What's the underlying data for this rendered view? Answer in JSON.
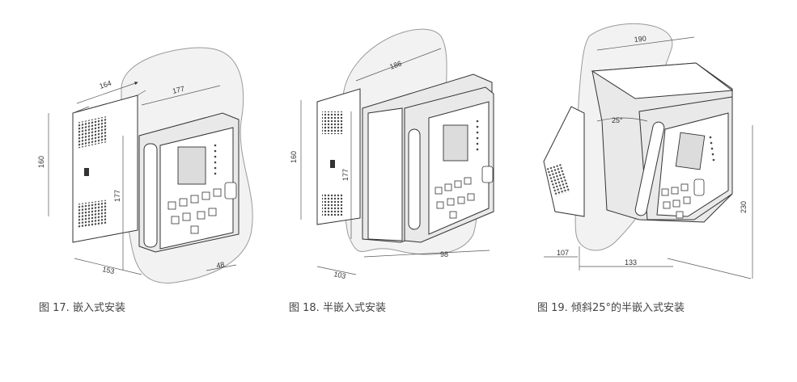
{
  "figures": [
    {
      "id": "fig17",
      "caption": "图 17. 嵌入式安装",
      "dims": {
        "depth": "164",
        "height": "160",
        "width": "177",
        "panel_height": "177",
        "bottom": "153",
        "front": "48"
      }
    },
    {
      "id": "fig18",
      "caption": "图 18. 半嵌入式安装",
      "dims": {
        "width": "186",
        "height": "160",
        "panel_height": "177",
        "bottom_left": "103",
        "bottom_right": "98"
      }
    },
    {
      "id": "fig19",
      "caption": "图 19. 倾斜25°的半嵌入式安装",
      "dims": {
        "top": "190",
        "angle": "25°",
        "height": "230",
        "bottom_left": "107",
        "bottom_right": "133"
      }
    }
  ]
}
